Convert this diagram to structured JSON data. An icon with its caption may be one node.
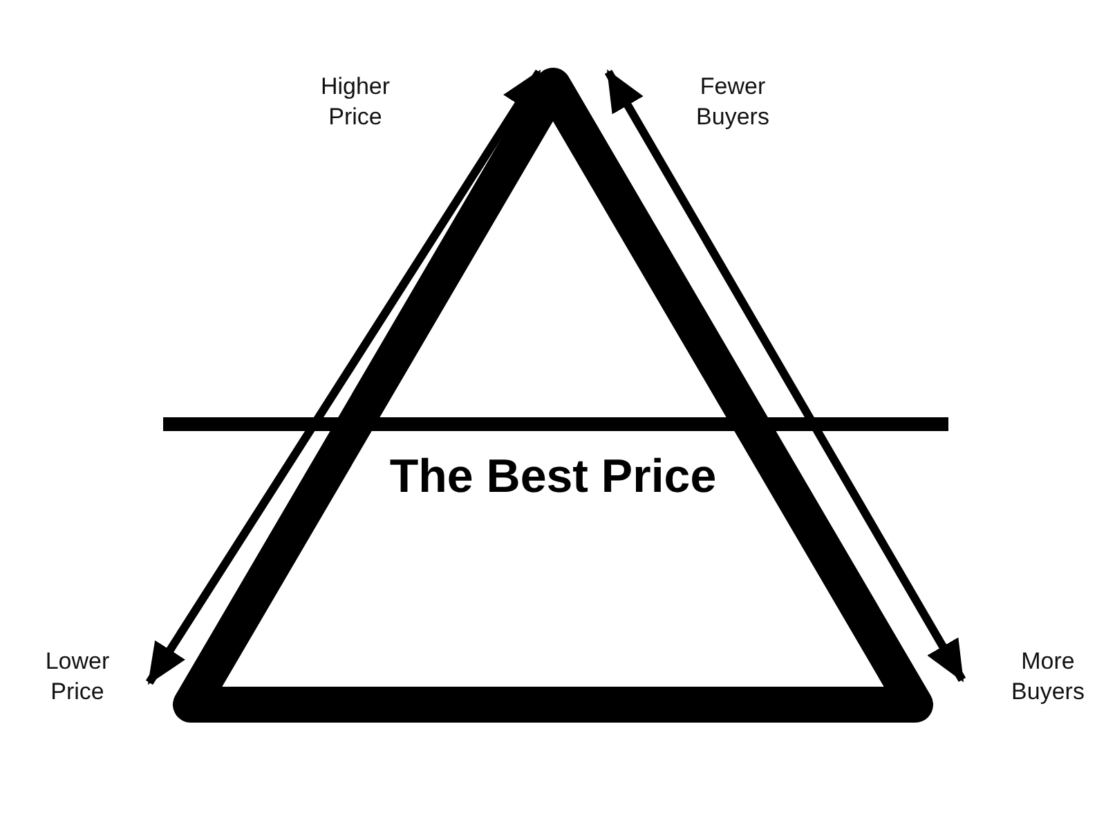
{
  "diagram": {
    "nodes": [
      {
        "text": [
          "The Best Price"
        ]
      }
    ],
    "labels": [
      "Higher Price",
      "Fewer Buyers",
      "Lower Price",
      "More Buyers"
    ]
  }
}
